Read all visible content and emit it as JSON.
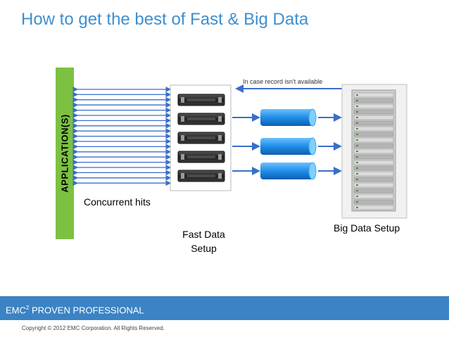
{
  "title": "How to get the best of Fast & Big Data",
  "application_label": "APPLICATION(S)",
  "concurrent_label": "Concurrent hits",
  "fallback_note": "In case record isn't available",
  "fast_data_label": "Fast Data Setup",
  "big_data_label": "Big Data Setup",
  "footer": {
    "brand": "EMC",
    "superscript": "2",
    "suffix": " PROVEN PROFESSIONAL"
  },
  "copyright": "Copyright © 2012 EMC Corporation. All Rights Reserved.",
  "colors": {
    "title": "#3f8fce",
    "application_bar": "#7dc142",
    "footer": "#3b83c4",
    "arrow": "#3a6fc9",
    "data_pipe": "#1f8de8"
  },
  "icons": {
    "server": "rack-server-icon",
    "data_pipe": "cylinder-icon",
    "rack": "server-rack-icon"
  }
}
